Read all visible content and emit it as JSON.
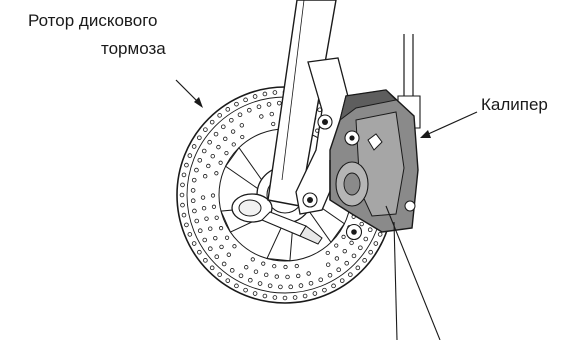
{
  "labels": {
    "rotor_line1": "Ротор дискового",
    "rotor_line2": "тормоза",
    "caliper": "Калипер"
  },
  "colors": {
    "line": "#1a1a1a",
    "caliper_fill": "#8a8a8a",
    "caliper_dark": "#5e5e5e",
    "background": "#ffffff"
  }
}
